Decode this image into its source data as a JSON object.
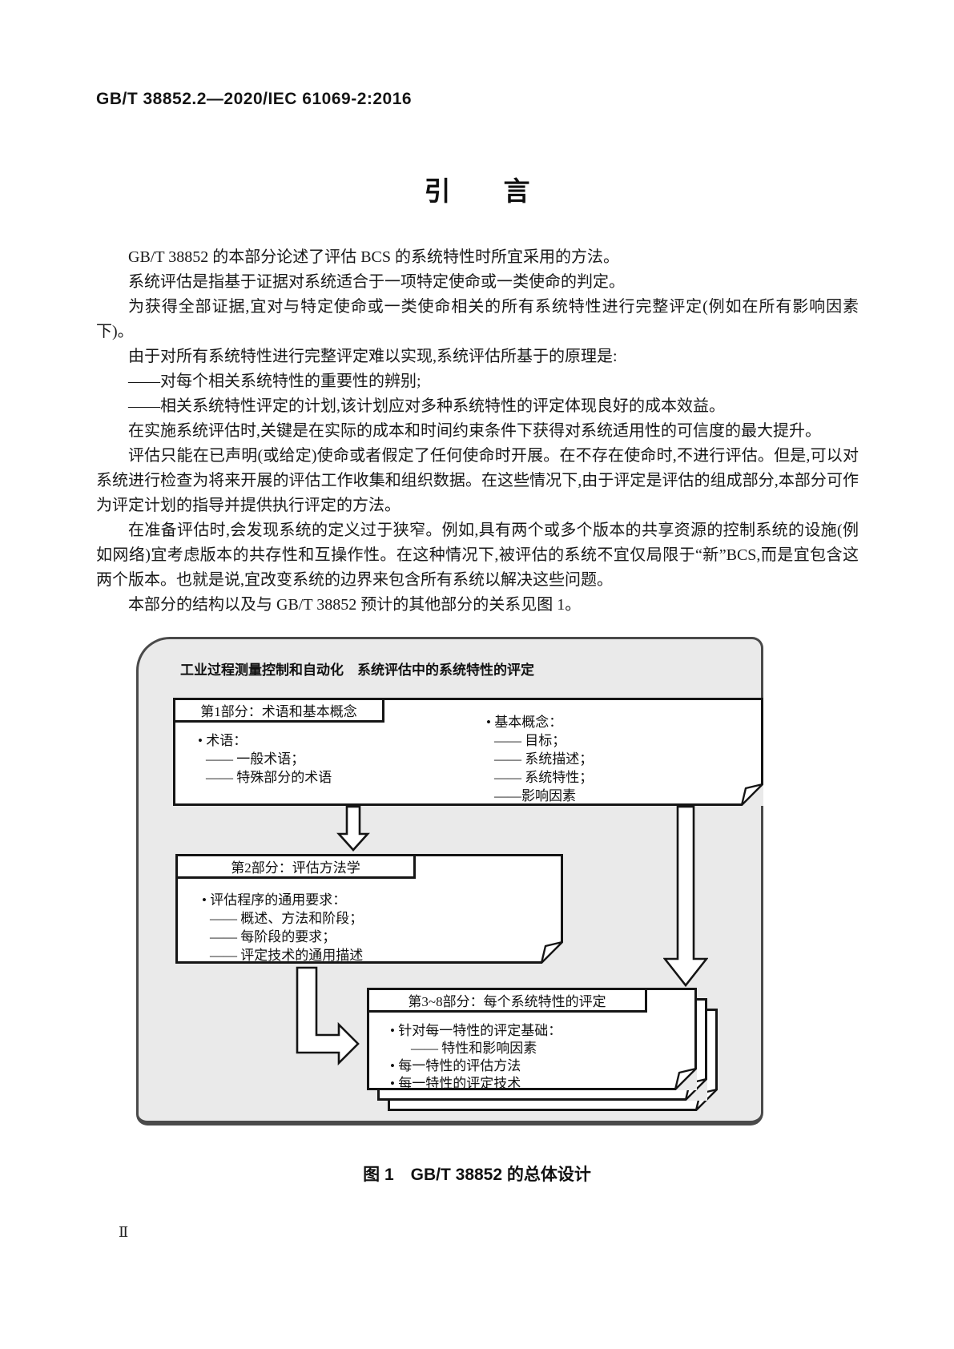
{
  "document": {
    "header": "GB/T 38852.2—2020/IEC 61069-2:2016",
    "title": "引　　言",
    "page_number": "Ⅱ"
  },
  "intro": {
    "paragraphs": [
      "GB/T 38852 的本部分论述了评估 BCS 的系统特性时所宜采用的方法。",
      "系统评估是指基于证据对系统适合于一项特定使命或一类使命的判定。",
      "为获得全部证据,宜对与特定使命或一类使命相关的所有系统特性进行完整评定(例如在所有影响因素下)。",
      "由于对所有系统特性进行完整评定难以实现,系统评估所基于的原理是:",
      "——对每个相关系统特性的重要性的辨别;",
      "——相关系统特性评定的计划,该计划应对多种系统特性的评定体现良好的成本效益。",
      "在实施系统评估时,关键是在实际的成本和时间约束条件下获得对系统适用性的可信度的最大提升。",
      "评估只能在已声明(或给定)使命或者假定了任何使命时开展。在不存在使命时,不进行评估。但是,可以对系统进行检查为将来开展的评估工作收集和组织数据。在这些情况下,由于评定是评估的组成部分,本部分可作为评定计划的指导并提供执行评定的方法。",
      "在准备评估时,会发现系统的定义过于狭窄。例如,具有两个或多个版本的共享资源的控制系统的设施(例如网络)宜考虑版本的共存性和互操作性。在这种情况下,被评估的系统不宜仅局限于“新”BCS,而是宜包含这两个版本。也就是说,宜改变系统的边界来包含所有系统以解决这些问题。",
      "本部分的结构以及与 GB/T 38852 预计的其他部分的关系见图 1。"
    ]
  },
  "figure": {
    "diagram_title": "工业过程测量控制和自动化　系统评估中的系统特性的评定",
    "part1": {
      "tab": "第1部分：术语和基本概念",
      "terms_heading": "• 术语：",
      "terms_items": [
        "—— 一般术语；",
        "—— 特殊部分的术语"
      ],
      "concepts_heading": "• 基本概念：",
      "concepts_items": [
        "—— 目标；",
        "—— 系统描述；",
        "—— 系统特性；",
        "——影响因素"
      ]
    },
    "part2": {
      "tab": "第2部分：评估方法学",
      "heading": "• 评估程序的通用要求：",
      "items": [
        "—— 概述、方法和阶段；",
        "—— 每阶段的要求；",
        "—— 评定技术的通用描述"
      ]
    },
    "part3": {
      "tab": "第3~8部分：每个系统特性的评定",
      "lines": [
        "• 针对每一特性的评定基础：",
        "—— 特性和影响因素",
        "• 每一特性的评估方法",
        "• 每一特性的评定技术"
      ]
    },
    "caption": "图 1　GB/T 38852 的总体设计"
  },
  "colors": {
    "figure_background": "#eaeaea",
    "line": "#151515",
    "figure_border": "#4a4a4a"
  }
}
